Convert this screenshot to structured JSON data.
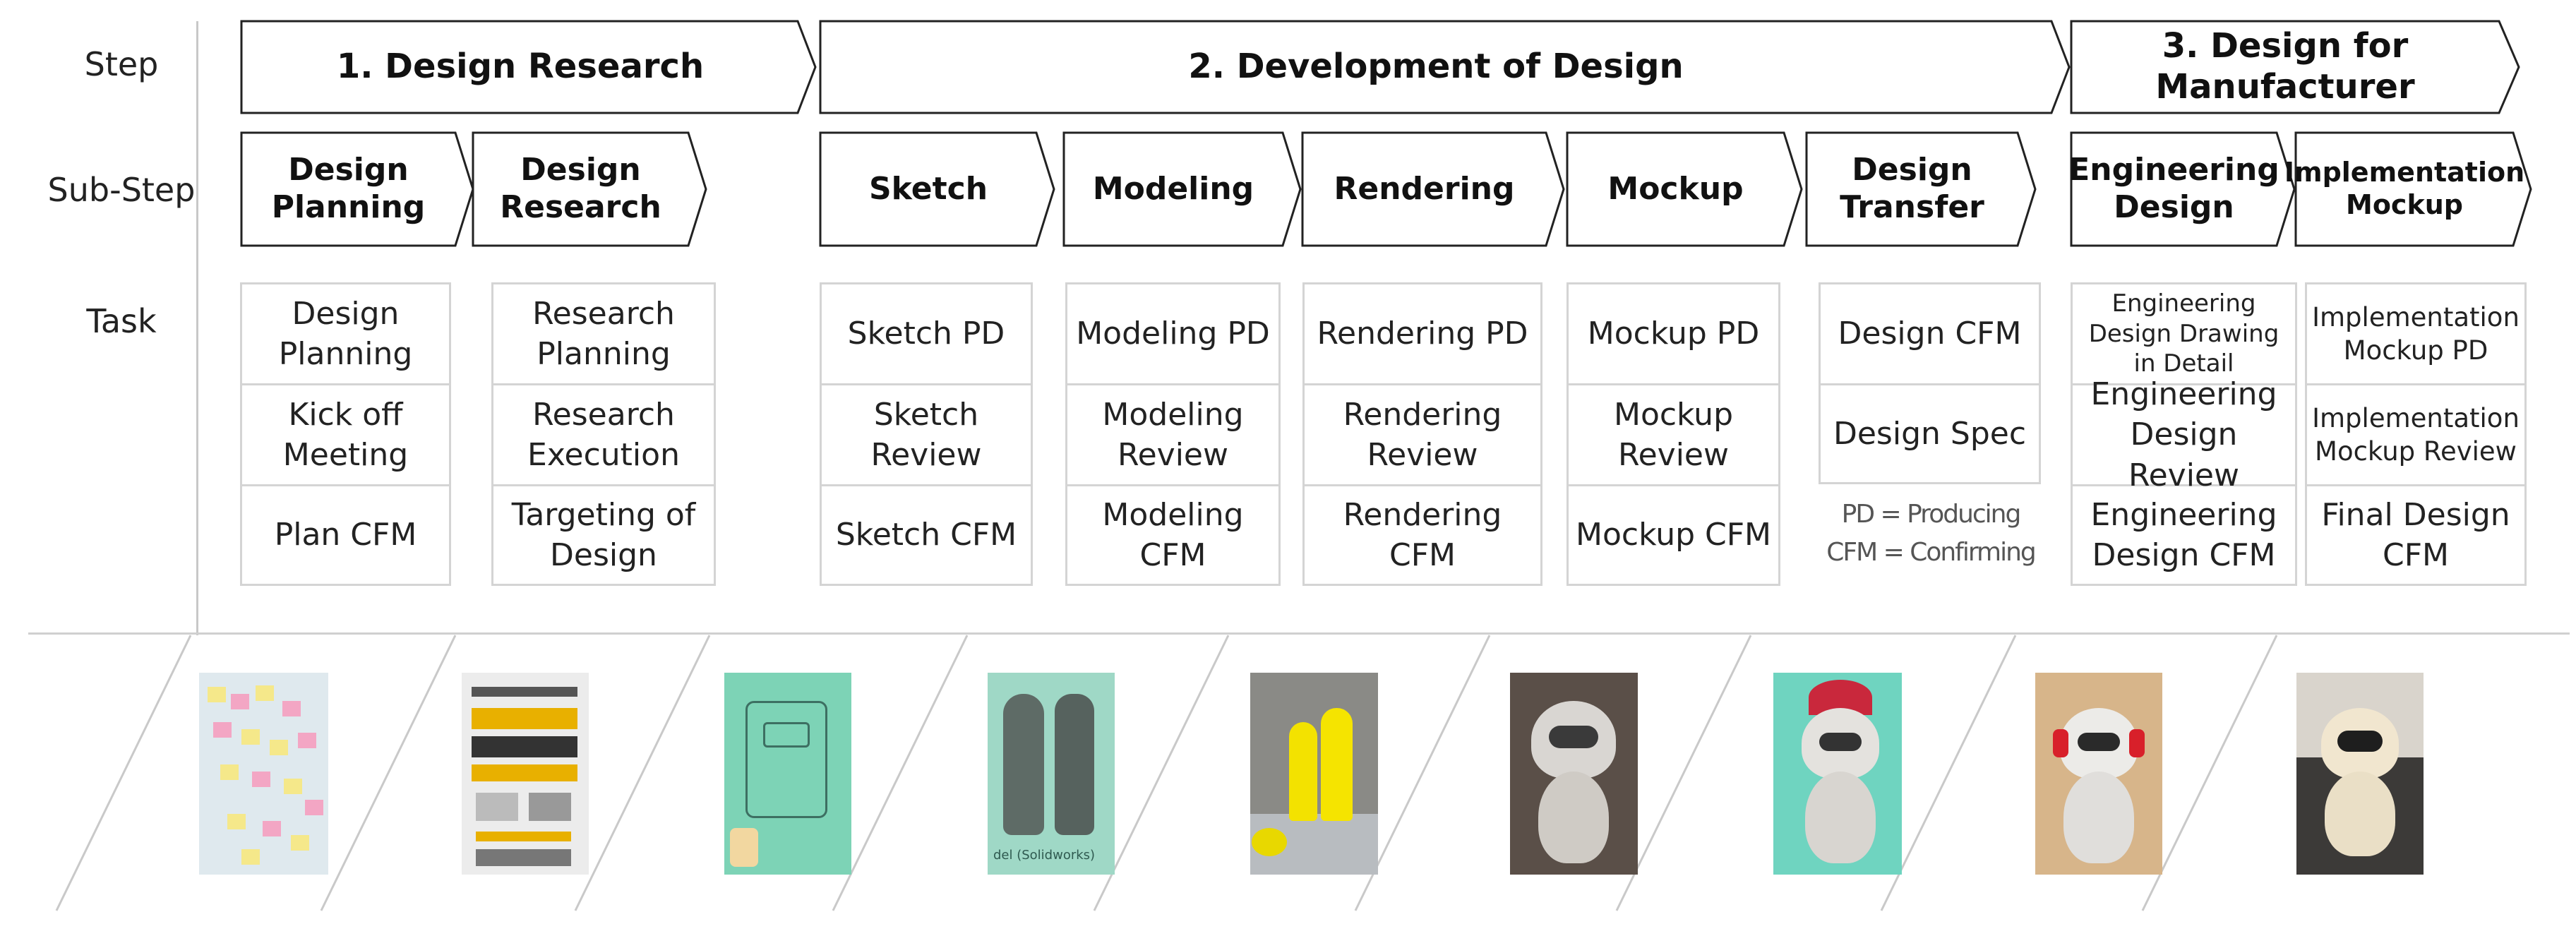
{
  "rows": {
    "step": "Step",
    "substep": "Sub-Step",
    "task": "Task"
  },
  "steps": [
    {
      "label": "1. Design Research"
    },
    {
      "label": "2. Development of Design"
    },
    {
      "label": "3. Design for\nManufacturer"
    }
  ],
  "substeps": [
    {
      "label": "Design\nPlanning"
    },
    {
      "label": "Design\nResearch"
    },
    {
      "label": "Sketch"
    },
    {
      "label": "Modeling"
    },
    {
      "label": "Rendering"
    },
    {
      "label": "Mockup"
    },
    {
      "label": "Design\nTransfer"
    },
    {
      "label": "Engineering\nDesign"
    },
    {
      "label": "Implementation\nMockup"
    }
  ],
  "tasks": [
    {
      "items": [
        "Design\nPlanning",
        "Kick off\nMeeting",
        "Plan CFM"
      ]
    },
    {
      "items": [
        "Research\nPlanning",
        "Research\nExecution",
        "Targeting of\nDesign"
      ]
    },
    {
      "items": [
        "Sketch PD",
        "Sketch\nReview",
        "Sketch CFM"
      ]
    },
    {
      "items": [
        "Modeling PD",
        "Modeling\nReview",
        "Modeling\nCFM"
      ]
    },
    {
      "items": [
        "Rendering PD",
        "Rendering\nReview",
        "Rendering CFM"
      ]
    },
    {
      "items": [
        "Mockup PD",
        "Mockup\nReview",
        "Mockup CFM"
      ]
    },
    {
      "items": [
        "Design CFM",
        "Design Spec"
      ]
    },
    {
      "items": [
        "Engineering\nDesign Drawing\nin Detail",
        "Engineering\nDesign Review",
        "Engineering\nDesign CFM"
      ]
    },
    {
      "items": [
        "Implementation\nMockup PD",
        "Implementation\nMockup Review",
        "Final Design\nCFM"
      ]
    }
  ],
  "legend": {
    "pd": "PD = Producing",
    "cfm": "CFM = Confirming"
  },
  "photos": [
    {
      "name": "sticky-notes-wall-photo"
    },
    {
      "name": "research-board-photo"
    },
    {
      "name": "sketch-drawing-photo"
    },
    {
      "name": "3d-model-render-photo",
      "caption": "del (Solidworks)"
    },
    {
      "name": "yellow-mockup-photo"
    },
    {
      "name": "robot-mockup-photo-1"
    },
    {
      "name": "robot-santa-hat-photo"
    },
    {
      "name": "robot-headphones-photo"
    },
    {
      "name": "final-robot-photo"
    }
  ],
  "colors": {
    "border": "#222222",
    "cellBorder": "#d4d4d4",
    "text": "#222222"
  }
}
